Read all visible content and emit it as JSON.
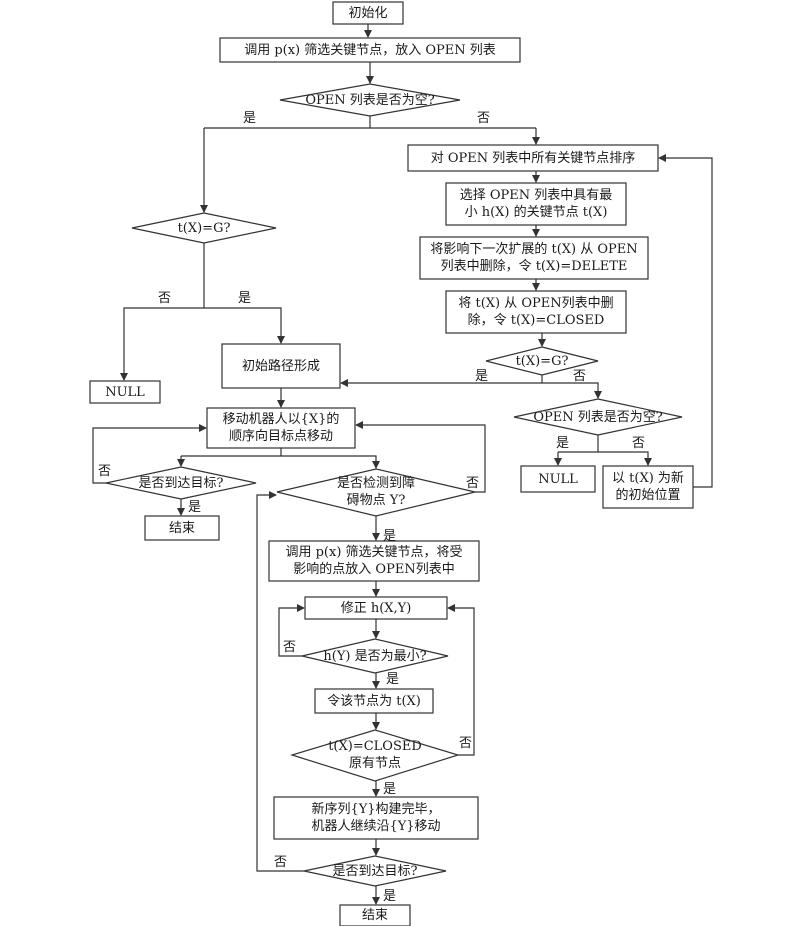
{
  "nodes": {
    "init": "初始化",
    "filter_nodes": "调用 p(x) 筛选关键节点，放入 OPEN 列表",
    "open_empty_1": "OPEN 列表是否为空?",
    "sort_nodes": "对 OPEN 列表中所有关键节点排序",
    "select_min": "选择 OPEN 列表中具有最\n小 h(X) 的关键节点 t(X)",
    "delete_affect": "将影响下一次扩展的 t(X) 从 OPEN\n列表中删除，令 t(X)=DELETE",
    "delete_closed": "将 t(X) 从 OPEN列表中删\n除，令 t(X)=CLOSED",
    "tx_eq_g_right": "t(X)=G?",
    "open_empty_2": "OPEN 列表是否为空?",
    "null_right": "NULL",
    "new_start": "以 t(X) 为新\n的初始位置",
    "tx_eq_g_left": "t(X)=G?",
    "null_left": "NULL",
    "init_path": "初始路径形成",
    "move_robot": "移动机器人以{X}的\n顺序向目标点移动",
    "reach_goal_1": "是否到达目标?",
    "end_1": "结束",
    "detect_obstacle": "是否检测到障\n碍物点 Y?",
    "filter_affected": "调用 p(x) 筛选关键节点，将受\n影响的点放入 OPEN列表中",
    "correct_h": "修正 h(X,Y)",
    "hy_min": "h(Y) 是否为最小?",
    "set_tx": "令该节点为 t(X)",
    "tx_closed": "t(X)=CLOSED\n原有节点",
    "new_sequence": "新序列{Y}构建完毕，\n机器人继续沿{Y}移动",
    "reach_goal_2": "是否到达目标?",
    "end_2": "结束"
  },
  "labels": {
    "yes": "是",
    "no": "否"
  }
}
